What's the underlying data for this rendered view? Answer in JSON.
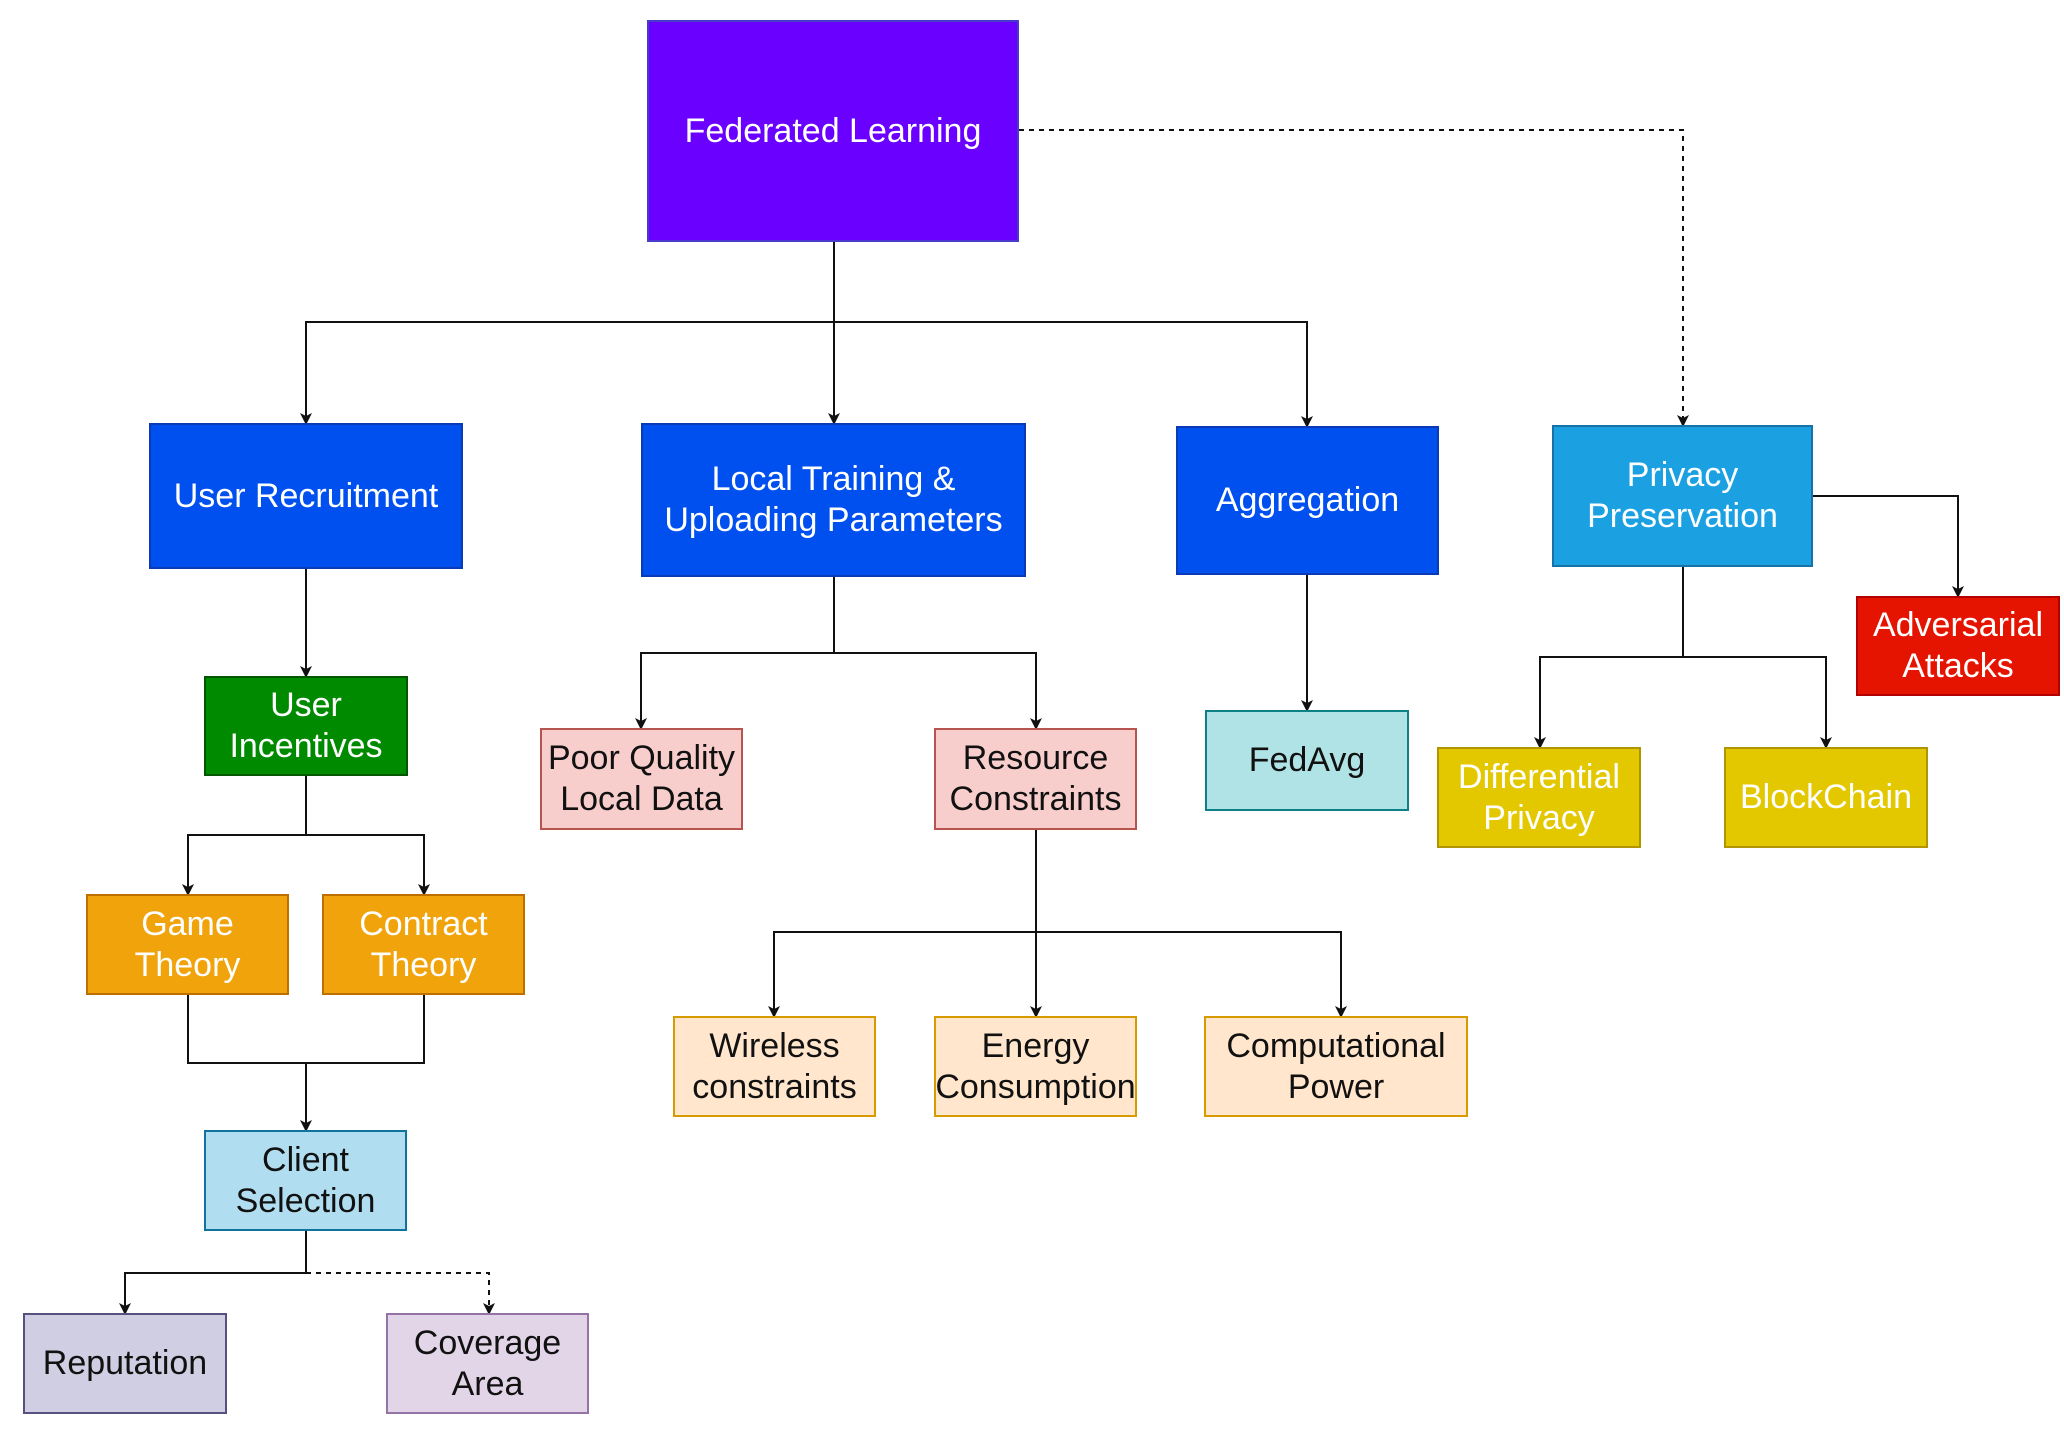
{
  "nodes": {
    "federated_learning": {
      "label": "Federated Learning",
      "fill": "#6a00ff",
      "stroke": "#4a3ac9",
      "text_color": "#ffffff"
    },
    "user_recruitment": {
      "label": "User Recruitment",
      "fill": "#0050ef",
      "stroke": "#0a3ab5",
      "text_color": "#ffffff"
    },
    "local_training": {
      "label": "Local Training &\nUploading Parameters",
      "fill": "#0050ef",
      "stroke": "#0a3ab5",
      "text_color": "#ffffff"
    },
    "aggregation": {
      "label": "Aggregation",
      "fill": "#0050ef",
      "stroke": "#0a3ab5",
      "text_color": "#ffffff"
    },
    "privacy_preservation": {
      "label": "Privacy\nPreservation",
      "fill": "#1ba1e2",
      "stroke": "#1673a8",
      "text_color": "#ffffff"
    },
    "adversarial_attacks": {
      "label": "Adversarial\nAttacks",
      "fill": "#e51400",
      "stroke": "#b20000",
      "text_color": "#ffffff"
    },
    "user_incentives": {
      "label": "User\nIncentives",
      "fill": "#008a00",
      "stroke": "#005700",
      "text_color": "#ffffff"
    },
    "game_theory": {
      "label": "Game\nTheory",
      "fill": "#f0a30a",
      "stroke": "#bd7000",
      "text_color": "#ffffff"
    },
    "contract_theory": {
      "label": "Contract\nTheory",
      "fill": "#f0a30a",
      "stroke": "#bd7000",
      "text_color": "#ffffff"
    },
    "client_selection": {
      "label": "Client\nSelection",
      "fill": "#b1ddf0",
      "stroke": "#10739e",
      "text_color": "#111111"
    },
    "reputation": {
      "label": "Reputation",
      "fill": "#d0cee2",
      "stroke": "#56517e",
      "text_color": "#111111"
    },
    "coverage_area": {
      "label": "Coverage\nArea",
      "fill": "#e1d5e7",
      "stroke": "#9673a6",
      "text_color": "#111111"
    },
    "poor_quality": {
      "label": "Poor Quality\nLocal Data",
      "fill": "#f8cecc",
      "stroke": "#b85450",
      "text_color": "#111111"
    },
    "resource_constraints": {
      "label": "Resource\nConstraints",
      "fill": "#f8cecc",
      "stroke": "#b85450",
      "text_color": "#111111"
    },
    "wireless": {
      "label": "Wireless\nconstraints",
      "fill": "#ffe6cc",
      "stroke": "#d79b00",
      "text_color": "#111111"
    },
    "energy": {
      "label": "Energy\nConsumption",
      "fill": "#ffe6cc",
      "stroke": "#d79b00",
      "text_color": "#111111"
    },
    "computational": {
      "label": "Computational\nPower",
      "fill": "#ffe6cc",
      "stroke": "#d79b00",
      "text_color": "#111111"
    },
    "fedavg": {
      "label": "FedAvg",
      "fill": "#b0e3e6",
      "stroke": "#0e8088",
      "text_color": "#111111"
    },
    "differential_privacy": {
      "label": "Differential\nPrivacy",
      "fill": "#e3c800",
      "stroke": "#b09500",
      "text_color": "#ffffff"
    },
    "blockchain": {
      "label": "BlockChain",
      "fill": "#e3c800",
      "stroke": "#b09500",
      "text_color": "#ffffff"
    }
  },
  "edges": [
    {
      "from": "federated_learning",
      "to": "user_recruitment",
      "style": "solid"
    },
    {
      "from": "federated_learning",
      "to": "local_training",
      "style": "solid"
    },
    {
      "from": "federated_learning",
      "to": "aggregation",
      "style": "solid"
    },
    {
      "from": "federated_learning",
      "to": "privacy_preservation",
      "style": "dashed"
    },
    {
      "from": "user_recruitment",
      "to": "user_incentives",
      "style": "solid"
    },
    {
      "from": "user_incentives",
      "to": "game_theory",
      "style": "solid"
    },
    {
      "from": "user_incentives",
      "to": "contract_theory",
      "style": "solid"
    },
    {
      "from": "game_theory",
      "to": "client_selection",
      "style": "solid"
    },
    {
      "from": "contract_theory",
      "to": "client_selection",
      "style": "solid"
    },
    {
      "from": "client_selection",
      "to": "reputation",
      "style": "solid"
    },
    {
      "from": "client_selection",
      "to": "coverage_area",
      "style": "dashed"
    },
    {
      "from": "local_training",
      "to": "poor_quality",
      "style": "solid"
    },
    {
      "from": "local_training",
      "to": "resource_constraints",
      "style": "solid"
    },
    {
      "from": "resource_constraints",
      "to": "wireless",
      "style": "solid"
    },
    {
      "from": "resource_constraints",
      "to": "energy",
      "style": "solid"
    },
    {
      "from": "resource_constraints",
      "to": "computational",
      "style": "solid"
    },
    {
      "from": "aggregation",
      "to": "fedavg",
      "style": "solid"
    },
    {
      "from": "privacy_preservation",
      "to": "adversarial_attacks",
      "style": "solid"
    },
    {
      "from": "privacy_preservation",
      "to": "differential_privacy",
      "style": "solid"
    },
    {
      "from": "privacy_preservation",
      "to": "blockchain",
      "style": "solid"
    }
  ]
}
